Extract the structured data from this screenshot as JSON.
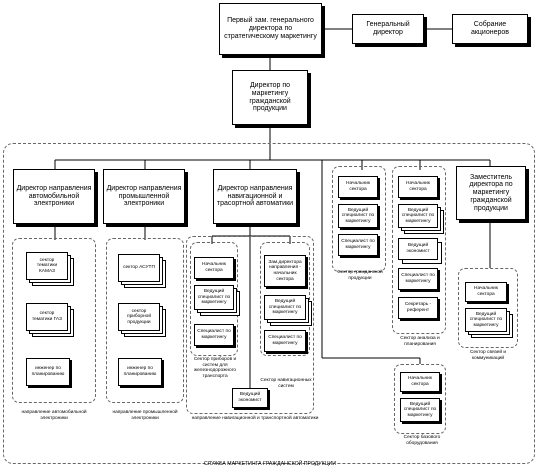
{
  "chart_data": {
    "type": "diagram",
    "nodes": {
      "first_deputy": "Первый зам. генерального директора по стратегическому маркетингу",
      "general_director": "Генеральный директор",
      "shareholders": "Собрание акционеров",
      "marketing_director": "Директор по маркетингу гражданской продукции",
      "auto_director": "Директор направления автомобильной электроники",
      "industrial_director": "Директор направления промышленной электроники",
      "nav_director": "Директор направления навигационной и трасортной автоматики",
      "deputy_director": "Заместитель директора по маркетингу гражданской продукции"
    },
    "auto": {
      "kamaz": "сектор тематики КАМАЗ",
      "gaz": "сектор тематики ГАЗ",
      "planning": "инженер по планированию",
      "caption": "направление автомобильной электроники"
    },
    "industrial": {
      "asutp": "сектор АСУТП",
      "instruments": "сектор приборной продукции",
      "planning": "инженер по планированию",
      "caption": "направление промышленной электроники"
    },
    "nav": {
      "left_head": "Начальник сектора",
      "left_lead": "Ведущий специалист по маркетингу",
      "left_spec": "Специалист по маркетингу",
      "left_caption": "Сектор приборов и систем для железнодорожного транспорта",
      "right_head": "Зам.директора направления - начальник сектора",
      "right_lead": "Ведущий специалист по маркетингу",
      "right_spec": "Специалист по маркетингу",
      "right_caption": "Сектор навигационных систем",
      "economist": "Ведущий экономист",
      "caption": "направление навигационной и транспортной автоматики"
    },
    "civil": {
      "head": "Начальник сектора",
      "lead": "Ведущий специалист по маркетингу",
      "spec": "Специалист по маркетингу",
      "caption": "Сектор гражданской продукции"
    },
    "analysis": {
      "head": "Начальник сектора",
      "lead": "Ведущий специалист по маркетингу",
      "economist": "Ведущий экономист",
      "spec": "Специалист по маркетингу",
      "secretary": "Секретарь - референт",
      "caption": "Сектор анализа и планирования"
    },
    "cooperation": {
      "head": "Начальник сектора",
      "lead": "Ведущий специалист по маркетингу",
      "caption": "Сектор связей и коммуникаций"
    },
    "base_equipment": {
      "head": "Начальник сектора",
      "lead": "Ведущий специалист по маркетингу",
      "caption": "Сектор базового оборудования"
    },
    "service_title": "СЛУЖБА МАРКЕТИНГА ГРАЖДАНСКОЙ ПРОДУКЦИИ"
  }
}
